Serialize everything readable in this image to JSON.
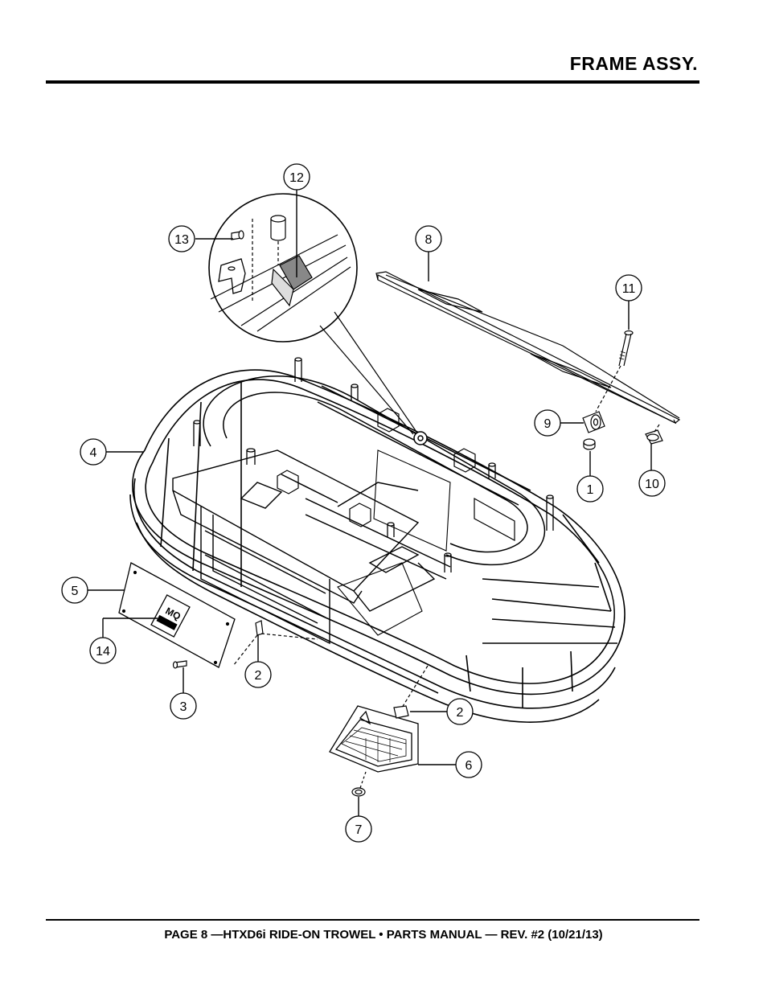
{
  "header": {
    "title": "FRAME ASSY."
  },
  "footer": {
    "text": "PAGE 8 —HTXD6i RIDE-ON TROWEL • PARTS MANUAL — REV. #2 (10/21/13)"
  },
  "callouts": {
    "c1": "1",
    "c2a": "2",
    "c2b": "2",
    "c3": "3",
    "c4": "4",
    "c5": "5",
    "c6": "6",
    "c7": "7",
    "c8": "8",
    "c9": "9",
    "c10": "10",
    "c11": "11",
    "c12": "12",
    "c13": "13",
    "c14": "14"
  },
  "icons": {
    "logo": "mq-logo"
  }
}
